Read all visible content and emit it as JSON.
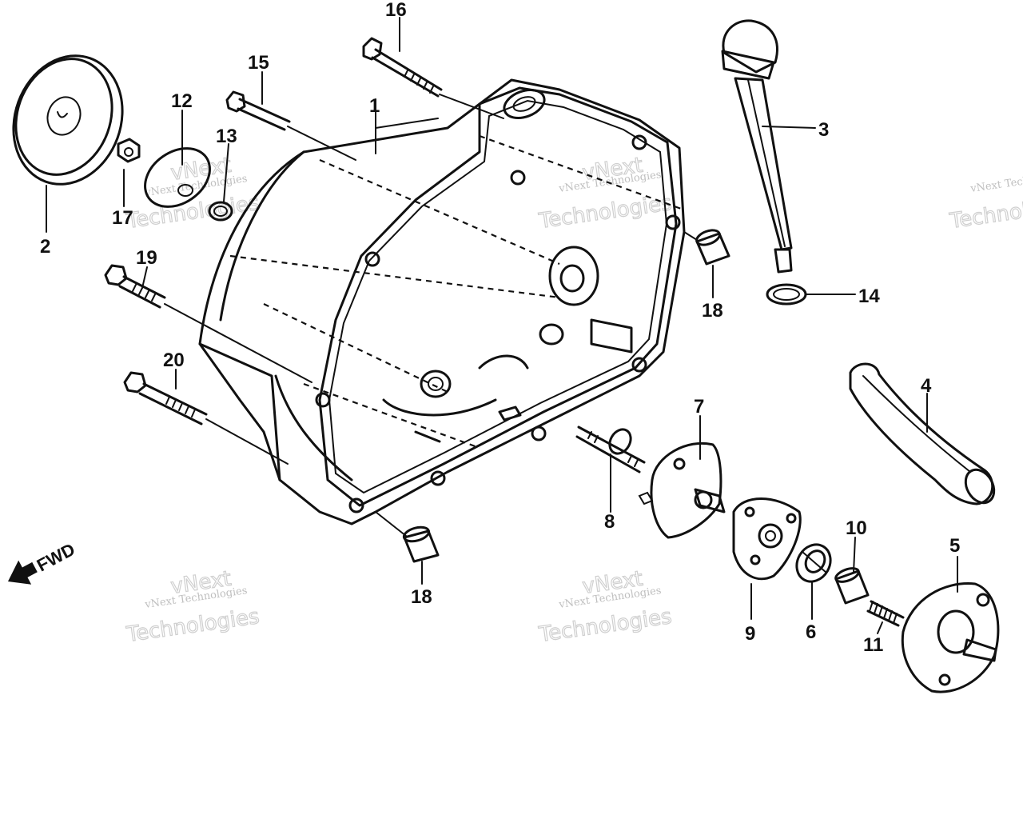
{
  "diagram": {
    "fwd_label": "FWD",
    "callouts": [
      {
        "id": "1",
        "text": "1"
      },
      {
        "id": "2",
        "text": "2"
      },
      {
        "id": "3",
        "text": "3"
      },
      {
        "id": "4",
        "text": "4"
      },
      {
        "id": "5",
        "text": "5"
      },
      {
        "id": "6",
        "text": "6"
      },
      {
        "id": "7",
        "text": "7"
      },
      {
        "id": "8",
        "text": "8"
      },
      {
        "id": "9",
        "text": "9"
      },
      {
        "id": "10",
        "text": "10"
      },
      {
        "id": "11",
        "text": "11"
      },
      {
        "id": "12",
        "text": "12"
      },
      {
        "id": "13",
        "text": "13"
      },
      {
        "id": "14",
        "text": "14"
      },
      {
        "id": "15",
        "text": "15"
      },
      {
        "id": "16",
        "text": "16"
      },
      {
        "id": "17",
        "text": "17"
      },
      {
        "id": "18a",
        "text": "18"
      },
      {
        "id": "18b",
        "text": "18"
      },
      {
        "id": "19",
        "text": "19"
      },
      {
        "id": "20",
        "text": "20"
      }
    ],
    "watermark": {
      "line_small": "vNext Technologies",
      "line_big": "Technologies",
      "line_top": "vNext"
    }
  }
}
